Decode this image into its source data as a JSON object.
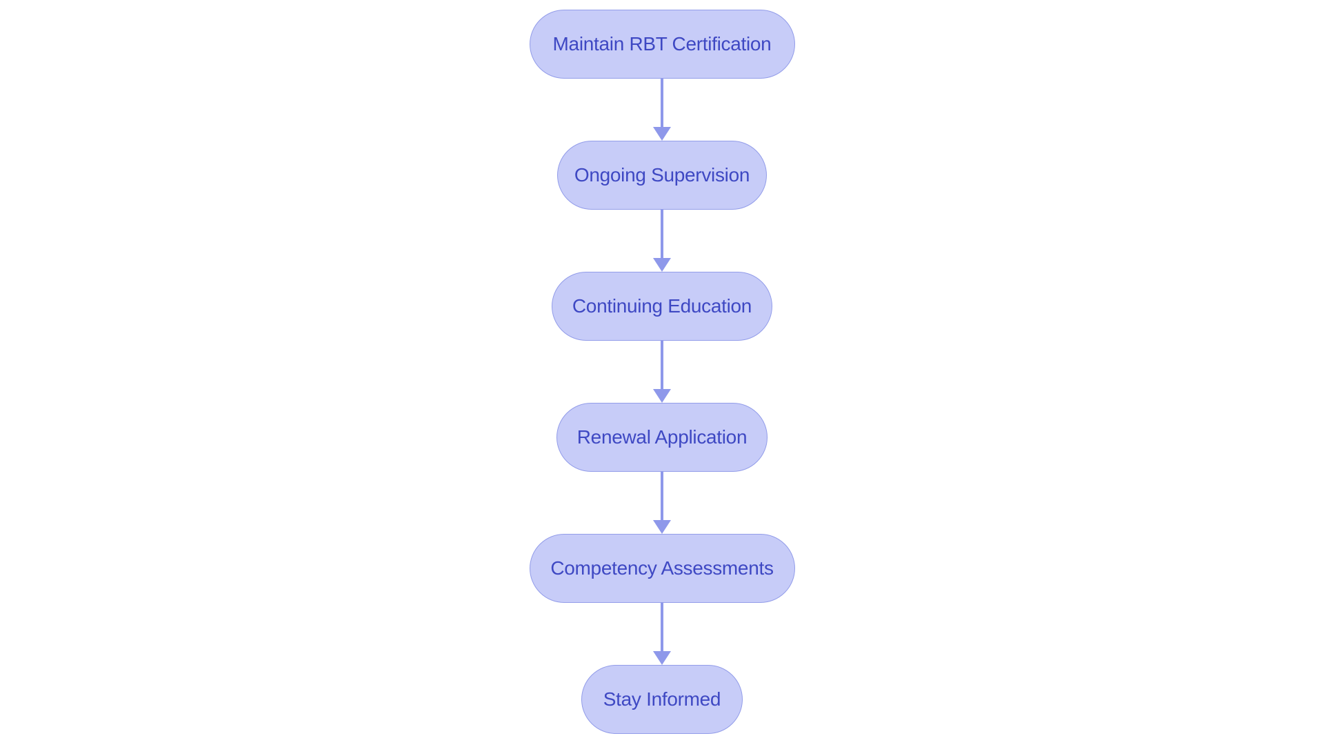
{
  "theme": {
    "background": "#ffffff",
    "node_fill": "#c7ccf8",
    "node_border": "#929ce9",
    "node_text": "#3e48c3",
    "arrow": "#8e98ea"
  },
  "flowchart": {
    "type": "flowchart",
    "direction": "top-down",
    "nodes": [
      {
        "label": "Maintain RBT Certification"
      },
      {
        "label": "Ongoing Supervision"
      },
      {
        "label": "Continuing Education"
      },
      {
        "label": "Renewal Application"
      },
      {
        "label": "Competency Assessments"
      },
      {
        "label": "Stay Informed"
      }
    ],
    "connections": [
      {
        "from": "Maintain RBT Certification",
        "to": "Ongoing Supervision"
      },
      {
        "from": "Ongoing Supervision",
        "to": "Continuing Education"
      },
      {
        "from": "Continuing Education",
        "to": "Renewal Application"
      },
      {
        "from": "Renewal Application",
        "to": "Competency Assessments"
      },
      {
        "from": "Competency Assessments",
        "to": "Stay Informed"
      }
    ]
  }
}
